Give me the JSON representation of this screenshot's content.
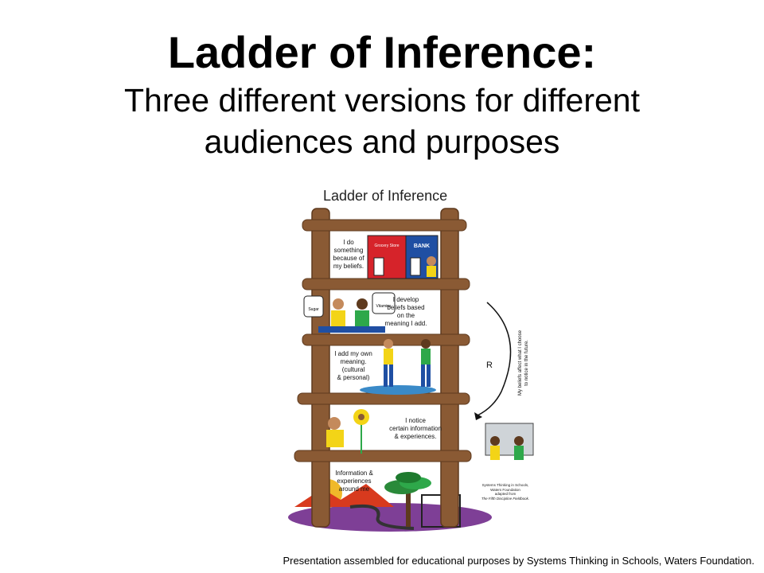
{
  "slide": {
    "title": "Ladder of Inference:",
    "subtitle_line1": "Three different versions for different",
    "subtitle_line2": "audiences and purposes"
  },
  "diagram": {
    "heading": "Ladder of Inference",
    "rungs": [
      {
        "line1": "I do",
        "line2": "something",
        "line3": "because of",
        "line4": "my beliefs."
      },
      {
        "line1": "I develop",
        "line2": "beliefs based",
        "line3": "on the",
        "line4": "meaning I add."
      },
      {
        "line1": "I add my own",
        "line2": "meaning.",
        "line3": "(cultural",
        "line4": "& personal)"
      },
      {
        "line1": "I notice",
        "line2": "certain information",
        "line3": "& experiences."
      },
      {
        "line1": "Information &",
        "line2": "experiences",
        "line3": "around me"
      }
    ],
    "loop_label": "R",
    "loop_text_line1": "My beliefs affect what I choose",
    "loop_text_line2": "to notice in the future.",
    "bank_sign": "BANK",
    "store_sign": "Grocery Store",
    "speech_left": "Sugar",
    "speech_right": "Vitamins",
    "credit": {
      "line1": "Systems Thinking in Schools,",
      "line2": "Waters Foundation",
      "line3": "adapted from",
      "line4": "The Fifth Discipline Fieldbook."
    }
  },
  "footer": "Presentation assembled for educational purposes by Systems Thinking in Schools, Waters Foundation.",
  "colors": {
    "wood": "#8a5a34",
    "wood_dark": "#5e3a1e",
    "plate": "#7e3f96",
    "yellow": "#f3d417",
    "green": "#2ea84a",
    "red": "#d6232a",
    "blue": "#1f4fa3"
  }
}
